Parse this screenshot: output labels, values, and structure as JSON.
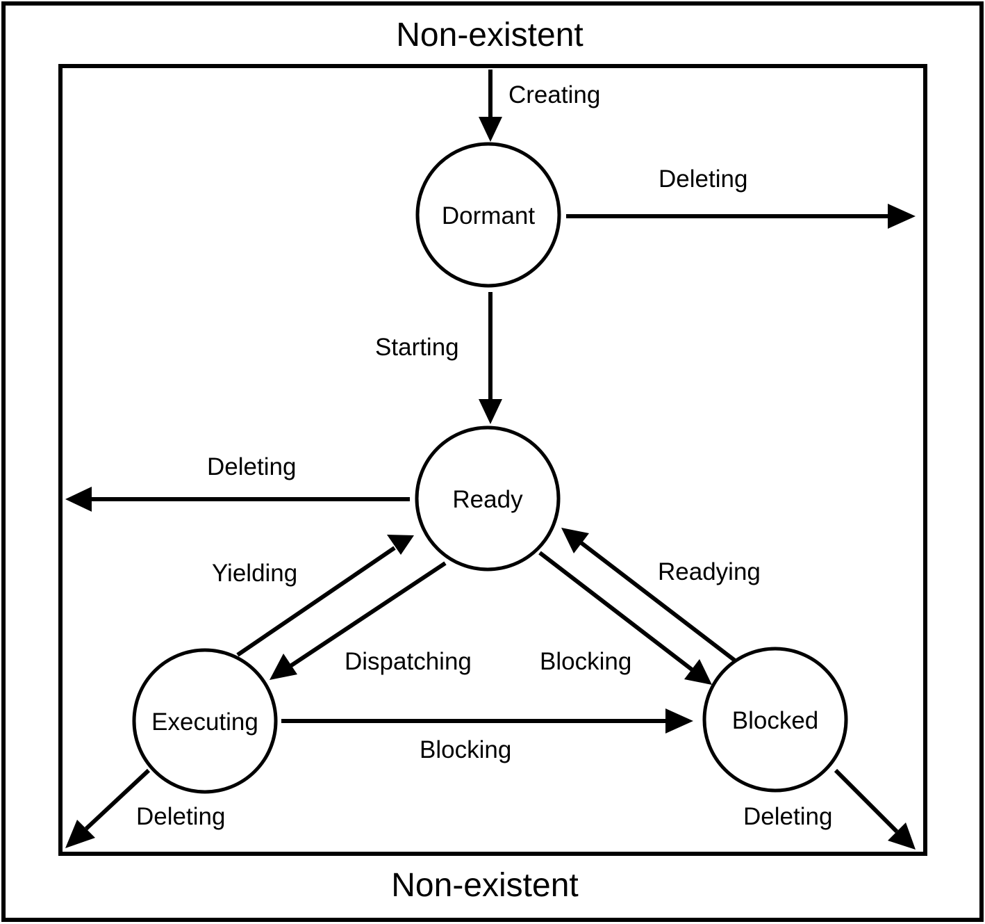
{
  "outer_label_top": "Non-existent",
  "outer_label_bottom": "Non-existent",
  "states": {
    "dormant": "Dormant",
    "ready": "Ready",
    "executing": "Executing",
    "blocked": "Blocked"
  },
  "transitions": {
    "creating": "Creating",
    "dormant_deleting": "Deleting",
    "starting": "Starting",
    "ready_deleting": "Deleting",
    "yielding": "Yielding",
    "dispatching": "Dispatching",
    "readying": "Readying",
    "ready_blocking": "Blocking",
    "executing_blocking": "Blocking",
    "executing_deleting": "Deleting",
    "blocked_deleting": "Deleting"
  },
  "colors": {
    "stroke": "#000000",
    "background": "#ffffff"
  }
}
